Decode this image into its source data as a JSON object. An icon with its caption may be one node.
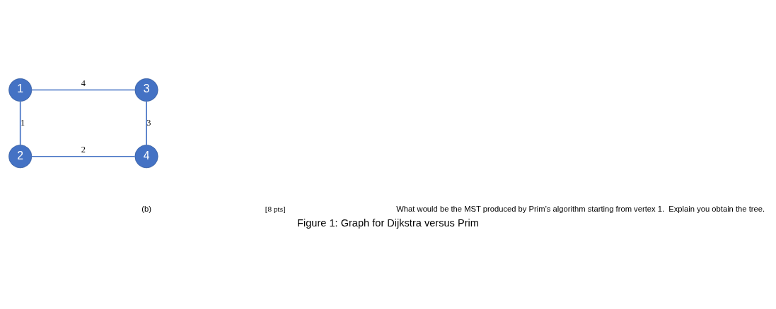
{
  "diagram": {
    "caption": "Figure 1: Graph for Dijkstra versus Prim",
    "nodes": [
      {
        "text": [
          "1"
        ]
      },
      {
        "text": [
          "3"
        ]
      },
      {
        "text": [
          "2"
        ]
      },
      {
        "text": [
          "4"
        ]
      }
    ],
    "edges": [
      {
        "from": 0,
        "to": 1,
        "arrow": "none",
        "label": "4"
      },
      {
        "from": 0,
        "to": 2,
        "arrow": "none",
        "label": "1"
      },
      {
        "from": 1,
        "to": 3,
        "arrow": "none",
        "label": "3"
      },
      {
        "from": 2,
        "to": 3,
        "arrow": "none",
        "label": "2"
      }
    ],
    "labels": [
      "(b)",
      "[8 pts]",
      "What would be the MST produced by Prim’s algorithm starting from vertex 1.  Explain you obtain the tree."
    ]
  }
}
